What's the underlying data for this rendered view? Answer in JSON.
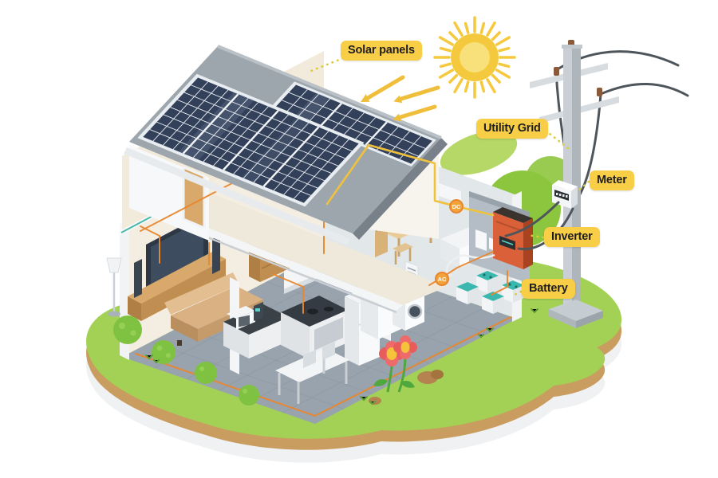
{
  "labels": {
    "solar_panels": "Solar panels",
    "utility_grid": "Utility Grid",
    "meter": "Meter",
    "inverter": "Inverter",
    "battery": "Battery"
  },
  "badges": {
    "dc": "DC",
    "ac": "AC"
  },
  "colors": {
    "label_bg": "#F8CE46",
    "label_text": "#1E1E1E",
    "badge": "#F2A33C",
    "sun": "#F5C93E",
    "grass": "#A3D155",
    "path_tan": "#C99D5F",
    "roof": "#9EA6AD",
    "panel": "#33405A",
    "wire_orange": "#E8872E",
    "wire_yellow": "#F0C23C",
    "wire_dark": "#4E565C",
    "inverter_body": "#D96038",
    "battery_teal": "#3BB8AE",
    "pole": "#C9CFD4"
  }
}
